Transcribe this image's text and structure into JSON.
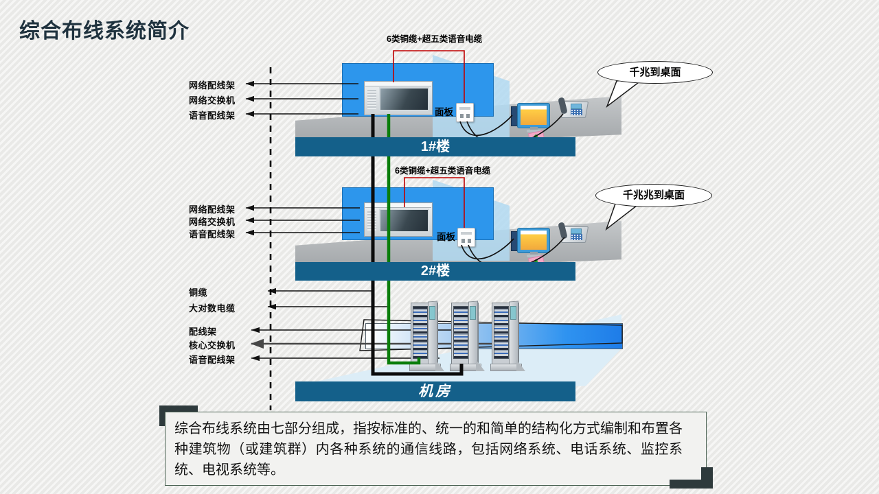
{
  "slide": {
    "title": "综合布线系统简介",
    "description": "综合布线系统由七部分组成，指按标准的、统一的和简单的结构化方式编制和布置各种建筑物（或建筑群）内各种系统的通信线路，包括网络系统、电话系统、监控系统、电视系统等。"
  },
  "sections": [
    {
      "banner": "1#楼",
      "cable_label": "6类铜缆+超五类语音电缆",
      "panel_label": "面板",
      "callout": "千兆到桌面",
      "labels": [
        "网络配线架",
        "网络交换机",
        "语音配线架"
      ]
    },
    {
      "banner": "2#楼",
      "cable_label": "6类铜缆+超五类语音电缆",
      "panel_label": "面板",
      "callout": "千兆兆到桌面",
      "labels": [
        "网络配线架",
        "网络交换机",
        "语音配线架"
      ]
    },
    {
      "banner": "机房",
      "labels": [
        "铜缆",
        "大对数电缆",
        "配线架",
        "核心交换机",
        "语音配线架"
      ]
    }
  ],
  "colors": {
    "wall_blue": "#2d96ec",
    "light_wall_blue": "#b2d9f1",
    "banner_teal": "#14608a",
    "cable_red": "#c00000",
    "cable_green": "#0a7d0a",
    "cable_black": "#0b0b0b",
    "floor_gray": "#a8acaf",
    "machine_room_floor": "#dcedf7",
    "backbone_bar_blue": "#1e7ce8",
    "corner_accent": "#2e3a3c",
    "title_color": "#1f323e"
  }
}
